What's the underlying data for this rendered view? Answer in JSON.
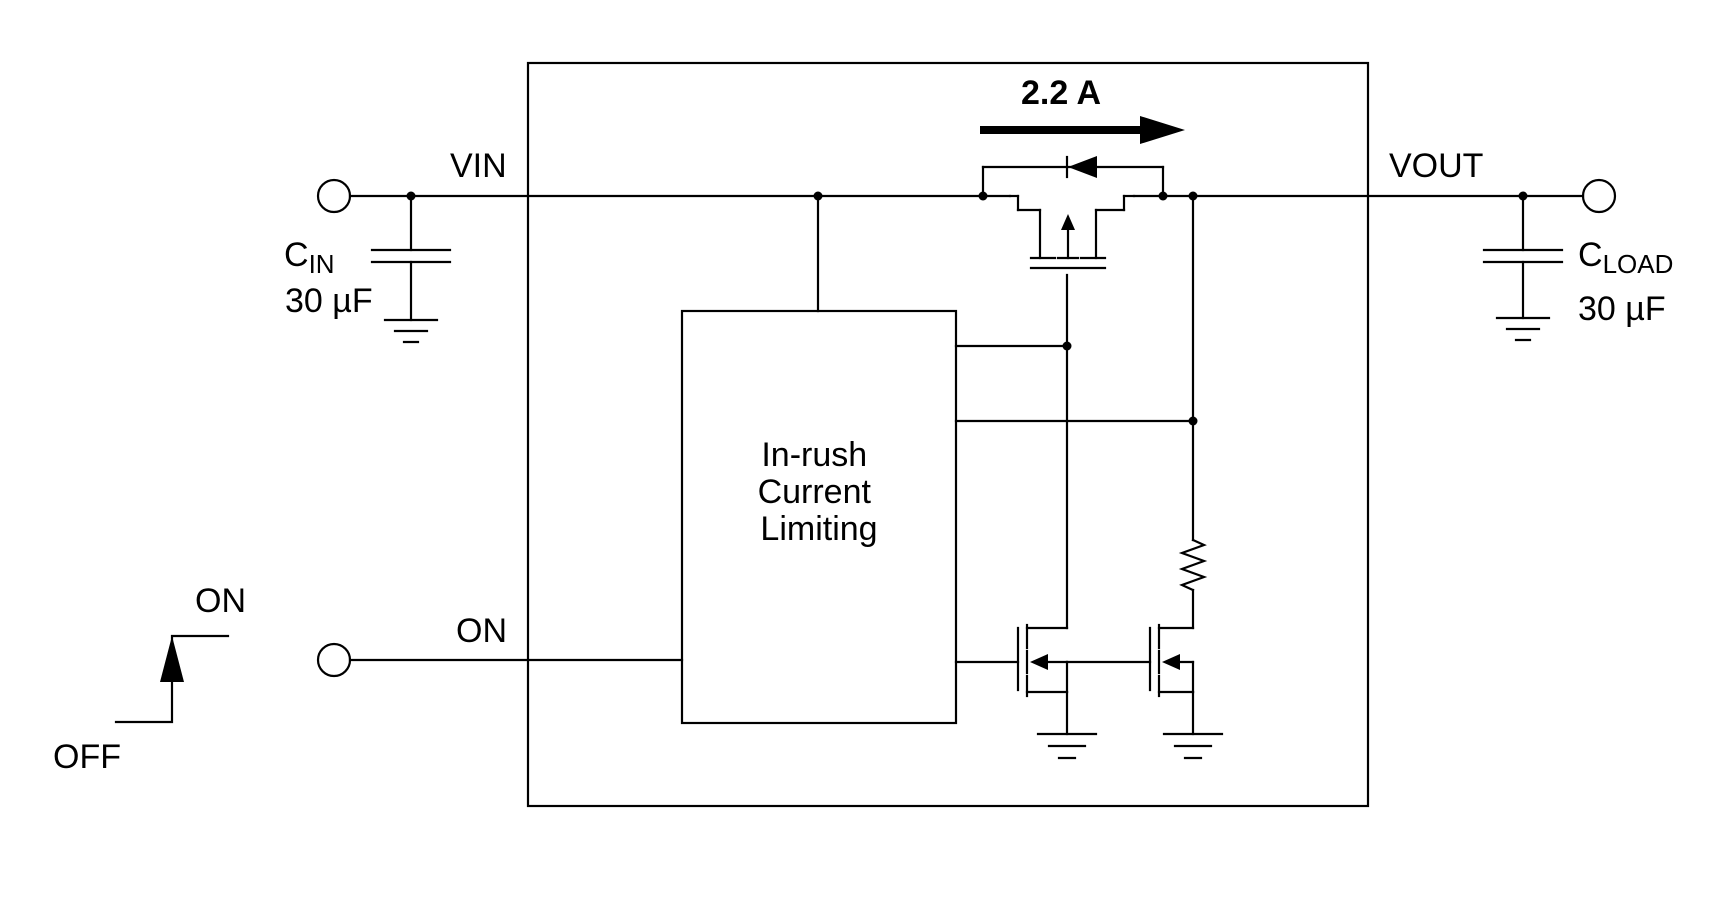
{
  "labels": {
    "vin": "VIN",
    "vout": "VOUT",
    "on_pin": "ON",
    "current": "2.2 A",
    "cin_main": "C",
    "cin_sub": "IN",
    "cin_value": "30 µF",
    "cload_main": "C",
    "cload_sub": "LOAD",
    "cload_value": "30 µF",
    "block_line1": "In-rush",
    "block_line2": "Current",
    "block_line3": "Limiting",
    "step_on": "ON",
    "step_off": "OFF"
  }
}
